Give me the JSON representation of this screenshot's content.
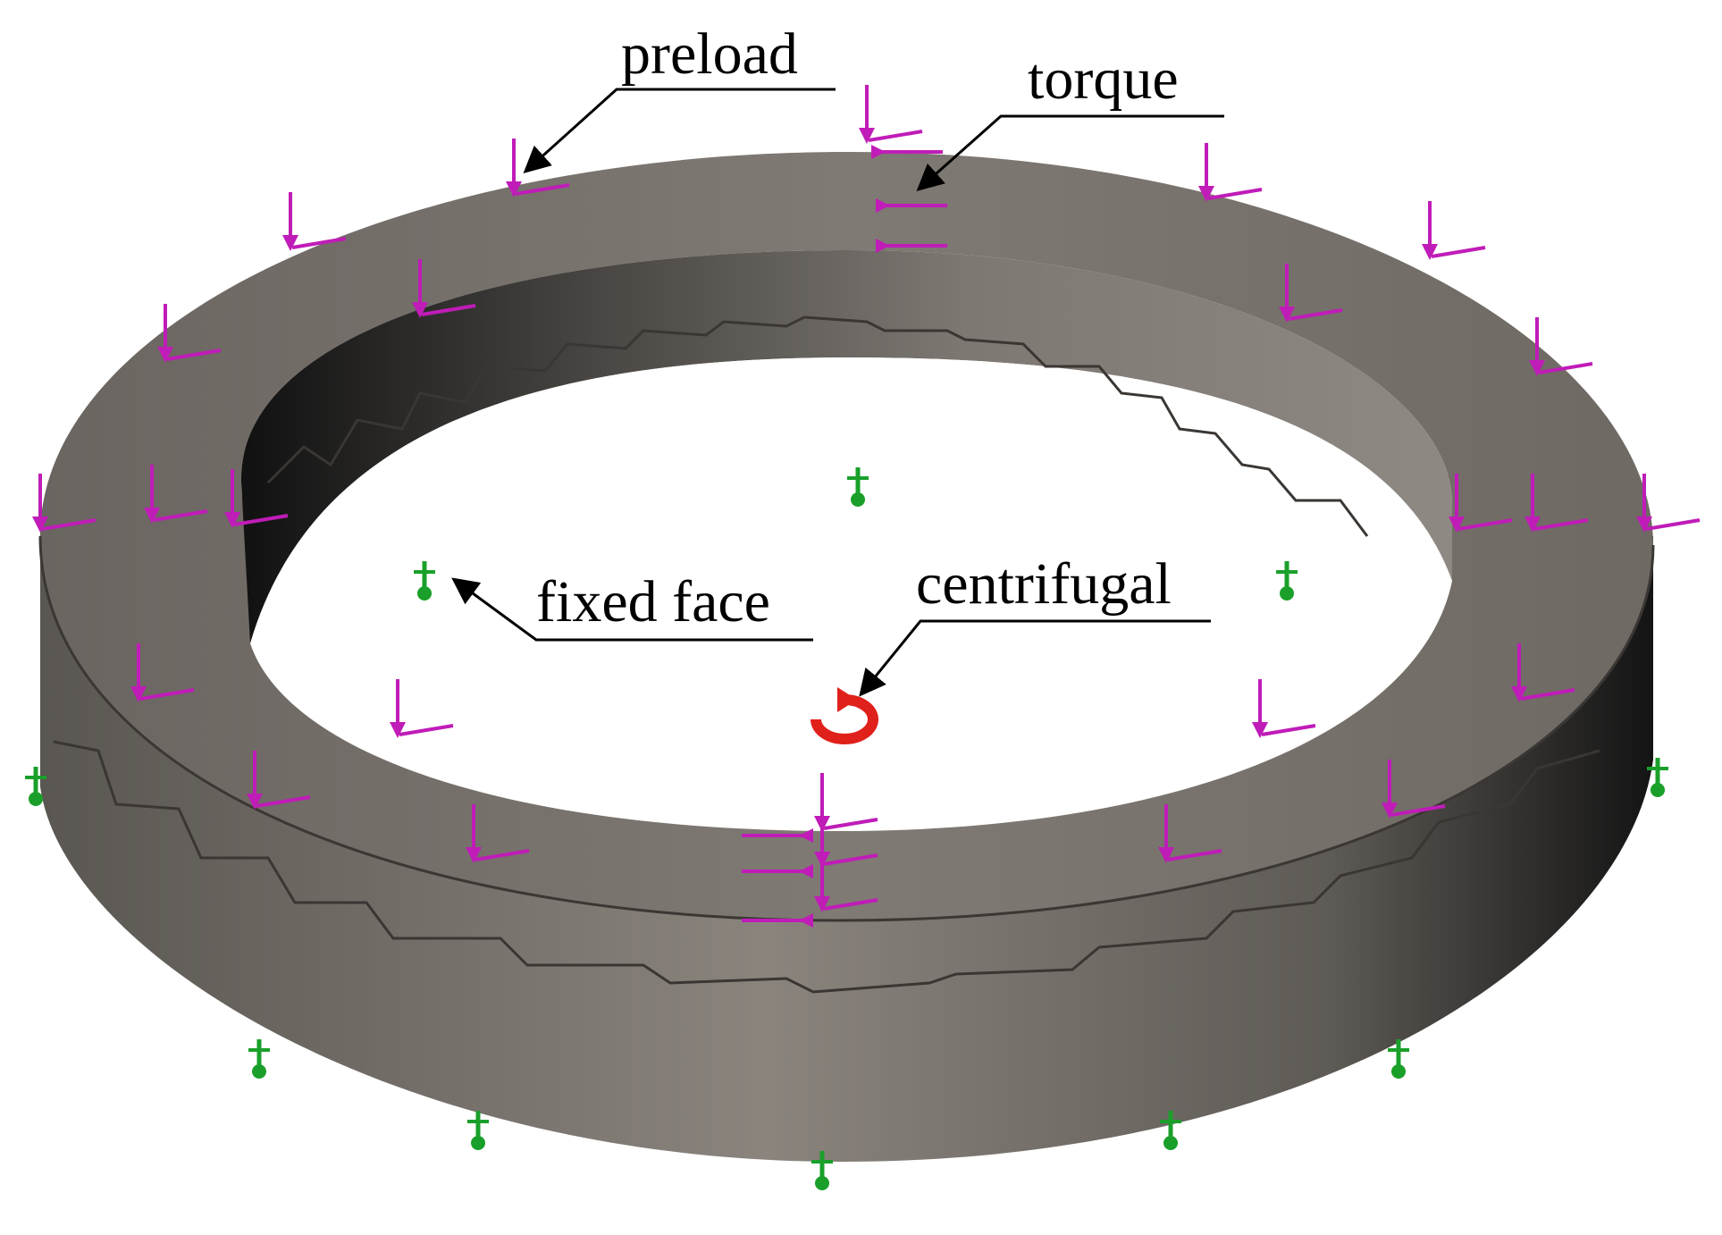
{
  "labels": {
    "preload": "preload",
    "torque": "torque",
    "fixed_face": "fixed face",
    "centrifugal": "centrifugal"
  },
  "colors": {
    "ring_light": "#8a847d",
    "ring_mid": "#6e6a66",
    "ring_dark": "#1a1a1a",
    "preload_arrow": "#c01cb8",
    "fixed_support": "#1aa02a",
    "centrifugal_symbol": "#e0201a",
    "callout": "#000000"
  },
  "icons": {
    "preload": "down-arrow-icon",
    "torque": "tangential-arrow-icon",
    "fixed_face": "pin-support-icon",
    "centrifugal": "rotation-icon"
  }
}
